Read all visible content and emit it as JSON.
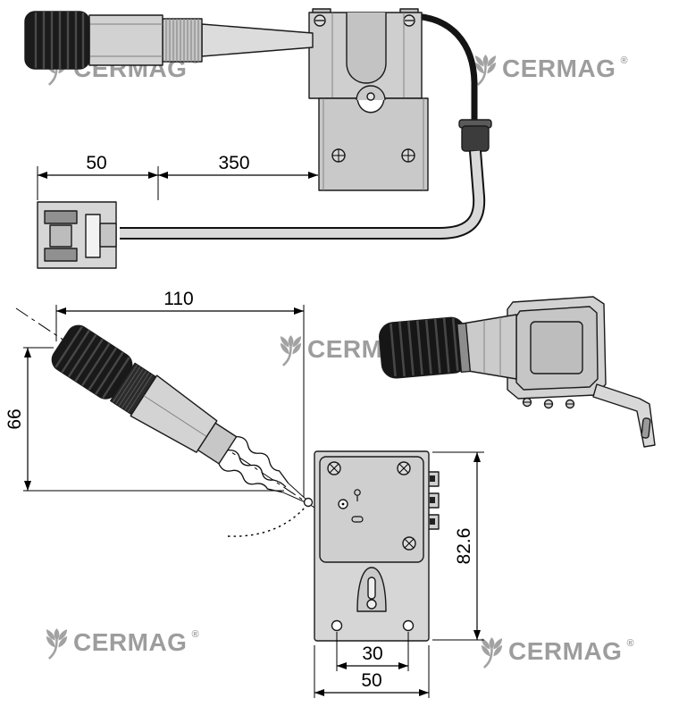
{
  "brand": {
    "name": "CERMAG",
    "registered": "®"
  },
  "drawing": {
    "top_view": {
      "dim_50": "50",
      "dim_350": "350"
    },
    "lever_view": {
      "dim_110": "110",
      "dim_66": "66"
    },
    "rear_view": {
      "dim_82_6": "82.6",
      "dim_30": "30",
      "dim_50": "50"
    }
  },
  "colors": {
    "line": "#1a1a1a",
    "part_gray": "#d2d2d2",
    "knob_black": "#181818",
    "logo_gray": "#9d9d9d"
  }
}
